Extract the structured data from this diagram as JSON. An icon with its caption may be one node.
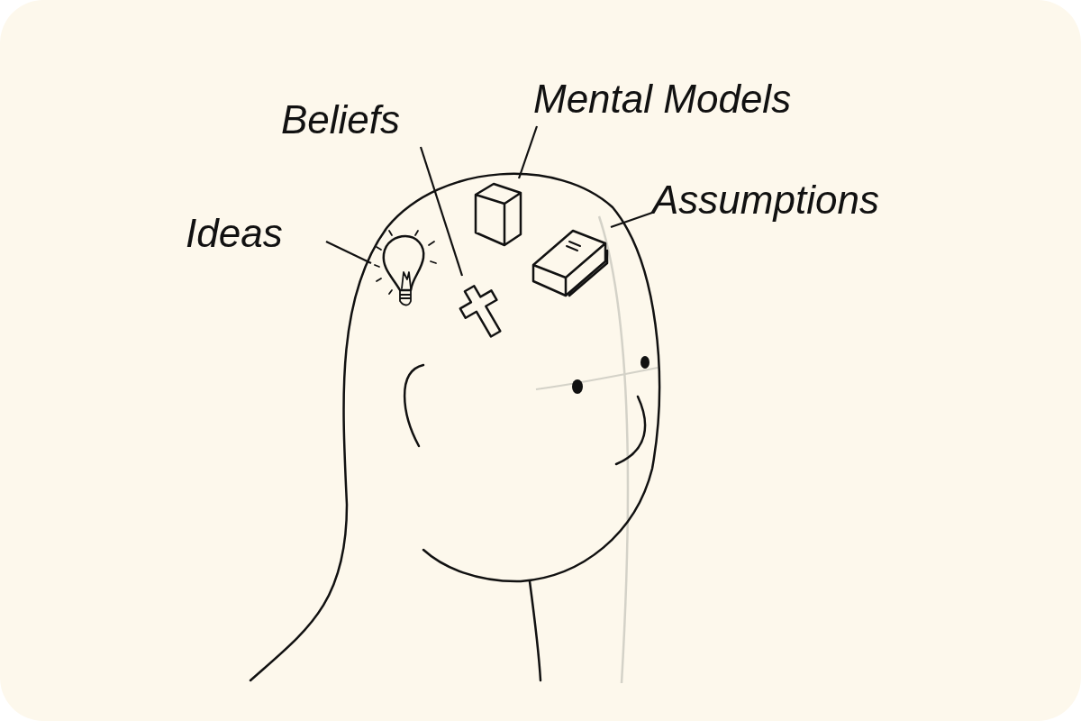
{
  "diagram": {
    "nodes": [
      {
        "text": [
          "Mental Models"
        ]
      },
      {
        "text": [
          "Beliefs"
        ]
      },
      {
        "text": [
          "Assumptions"
        ]
      },
      {
        "text": [
          "Ideas"
        ]
      },
      {
        "text": [],
        "shape": "picture"
      },
      {
        "text": [],
        "shape": "picture"
      },
      {
        "text": [],
        "shape": "picture"
      },
      {
        "text": [],
        "shape": "picture"
      }
    ],
    "edges": [
      {
        "from": 0,
        "to": 6,
        "arrow": "none"
      },
      {
        "from": 1,
        "to": 5,
        "arrow": "none"
      },
      {
        "from": 2,
        "to": 7,
        "arrow": "none"
      },
      {
        "from": 3,
        "to": 4,
        "arrow": "none"
      }
    ]
  }
}
